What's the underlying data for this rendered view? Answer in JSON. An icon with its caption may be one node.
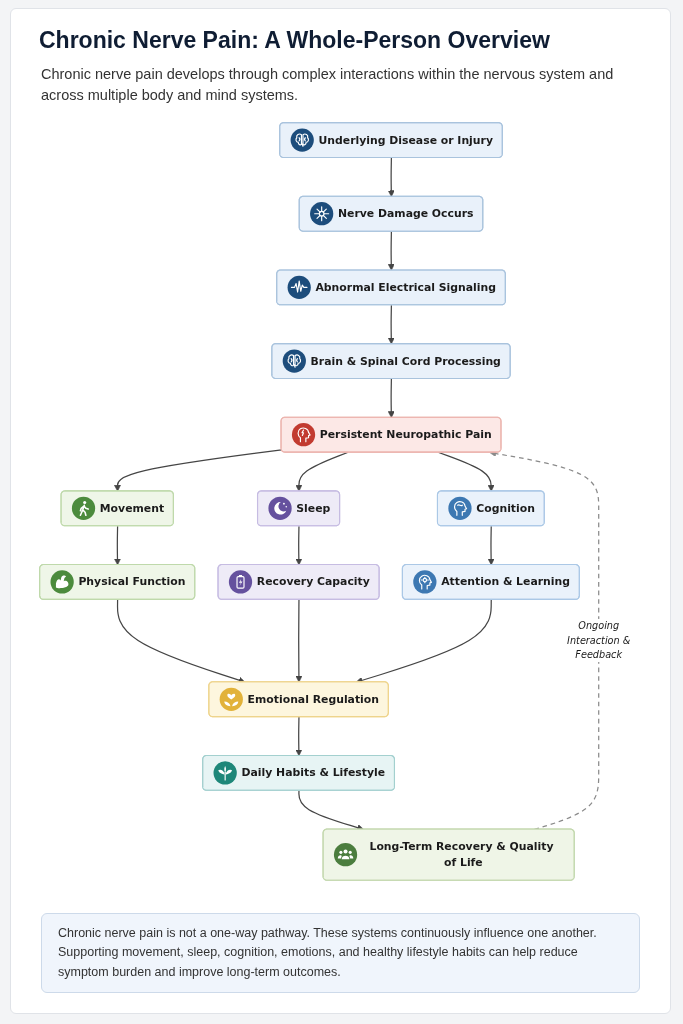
{
  "diagram": {
    "title": "Chronic Nerve Pain: A Whole-Person Overview",
    "labels": [
      "Chronic nerve pain develops through complex interactions within the nervous system and across multiple body and mind systems."
    ],
    "nodes": [
      {
        "text": [
          "Underlying Disease or Injury"
        ]
      },
      {
        "text": [
          "Nerve Damage Occurs"
        ]
      },
      {
        "text": [
          "Abnormal Electrical Signaling"
        ]
      },
      {
        "text": [
          "Brain & Spinal Cord Processing"
        ]
      },
      {
        "text": [
          "Persistent Neuropathic Pain"
        ]
      },
      {
        "text": [
          "Movement"
        ]
      },
      {
        "text": [
          "Sleep"
        ]
      },
      {
        "text": [
          "Cognition"
        ]
      },
      {
        "text": [
          "Physical Function"
        ]
      },
      {
        "text": [
          "Recovery Capacity"
        ]
      },
      {
        "text": [
          "Attention & Learning"
        ]
      },
      {
        "text": [
          "Emotional Regulation"
        ]
      },
      {
        "text": [
          "Daily Habits & Lifestyle"
        ]
      },
      {
        "text": [
          "Long-Term Recovery & Quality of Life"
        ]
      }
    ],
    "edges": [
      {
        "from": 0,
        "to": 1,
        "arrow": "to"
      },
      {
        "from": 1,
        "to": 2,
        "arrow": "to"
      },
      {
        "from": 2,
        "to": 3,
        "arrow": "to"
      },
      {
        "from": 3,
        "to": 4,
        "arrow": "to"
      },
      {
        "from": 4,
        "to": 5,
        "arrow": "to"
      },
      {
        "from": 4,
        "to": 6,
        "arrow": "to"
      },
      {
        "from": 4,
        "to": 7,
        "arrow": "to"
      },
      {
        "from": 5,
        "to": 8,
        "arrow": "to"
      },
      {
        "from": 6,
        "to": 9,
        "arrow": "to"
      },
      {
        "from": 7,
        "to": 10,
        "arrow": "to"
      },
      {
        "from": 8,
        "to": 11,
        "arrow": "to"
      },
      {
        "from": 9,
        "to": 11,
        "arrow": "to"
      },
      {
        "from": 10,
        "to": 11,
        "arrow": "to"
      },
      {
        "from": 11,
        "to": 12,
        "arrow": "to"
      },
      {
        "from": 12,
        "to": 13,
        "arrow": "to"
      },
      {
        "from": 13,
        "to": 4,
        "arrow": "to",
        "label": "Ongoing Interaction & Feedback",
        "style": "dashed",
        "color": "#8a8a8a"
      }
    ],
    "caption": "Chronic nerve pain is not a one-way pathway. These systems continuously influence one another. Supporting movement, sleep, cognition, emotions, and healthy lifestyle habits can help reduce symptom burden and improve long-term outcomes."
  }
}
